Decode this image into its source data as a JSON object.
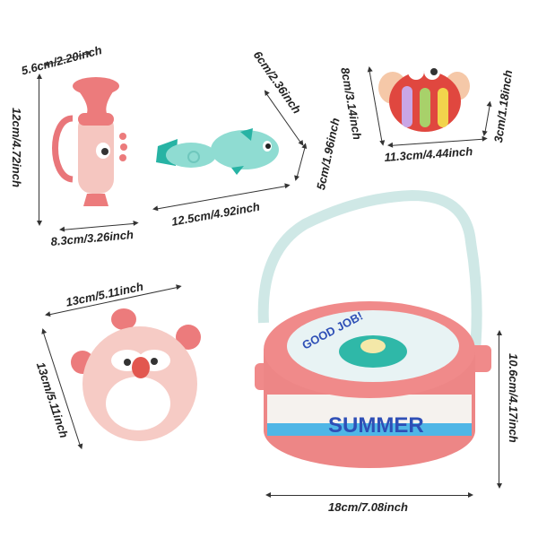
{
  "products": [
    {
      "name": "trumpet",
      "dimensions": {
        "top": "5.6cm/2.20inch",
        "height": "12cm/4.72inch",
        "bottom": "8.3cm/3.26inch"
      }
    },
    {
      "name": "fish-rattle",
      "dimensions": {
        "length": "12.5cm/4.92inch",
        "diagonal": "6cm/2.36inch",
        "height": "5cm/1.96inch"
      }
    },
    {
      "name": "crab-xylophone",
      "dimensions": {
        "height": "8cm/3.14inch",
        "width": "11.3cm/4.44inch",
        "depth": "3cm/1.18inch"
      }
    },
    {
      "name": "tambourine",
      "dimensions": {
        "width": "13cm/5.11inch",
        "height": "13cm/5.11inch"
      }
    },
    {
      "name": "drum",
      "dimensions": {
        "width": "18cm/7.08inch",
        "height": "10.6cm/4.17inch"
      },
      "texts": {
        "top": "GOOD JOB!",
        "side": "SUMMER"
      }
    }
  ],
  "colors": {
    "pink": "#f08a8a",
    "light_pink": "#f6c9c4",
    "teal": "#7fd8cf",
    "teal_dark": "#27b3a4",
    "red": "#e2574f",
    "blue": "#2e4fb6"
  }
}
